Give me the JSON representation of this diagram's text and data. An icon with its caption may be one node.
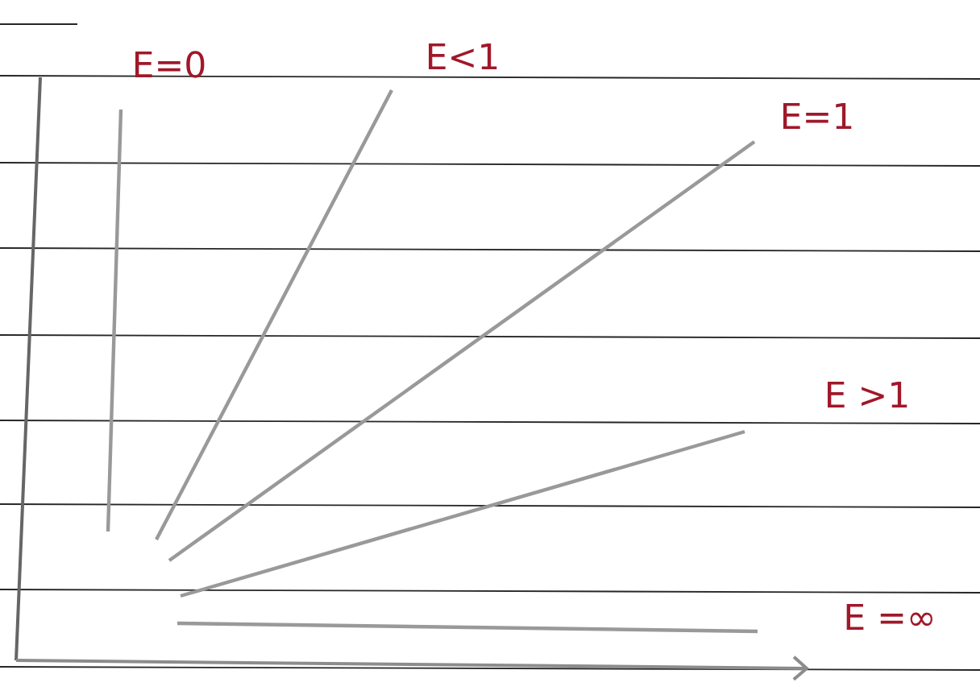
{
  "diagram": {
    "labels": [
      "E=0",
      "E<1",
      "E=1",
      "E >1",
      "E =∞"
    ]
  }
}
